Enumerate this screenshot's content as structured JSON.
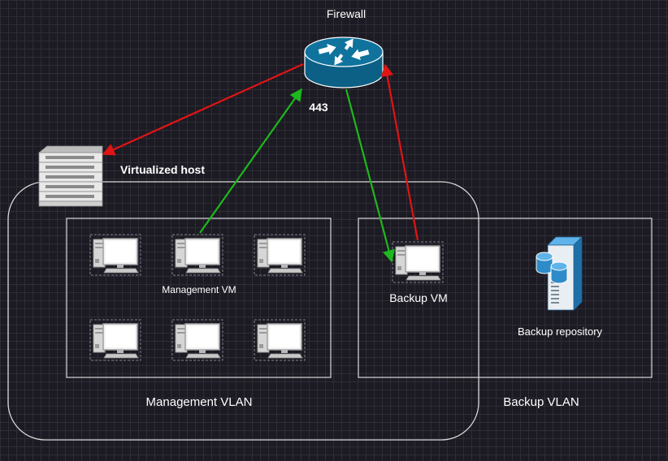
{
  "labels": {
    "firewall": "Firewall",
    "port": "443",
    "virtualized_host": "Virtualized host",
    "management_vm": "Management VM",
    "backup_vm": "Backup VM",
    "backup_repository": "Backup repository",
    "management_vlan": "Management VLAN",
    "backup_vlan": "Backup VLAN"
  },
  "colors": {
    "background": "#1c1a22",
    "grid": "#2e2c35",
    "container_border": "#d9d9d9",
    "allowed_flow": "#1db81d",
    "blocked_flow": "#e01414",
    "firewall_body": "#10739e",
    "storage_blue": "#2e8bc9"
  },
  "flows": [
    {
      "from": "Management VM",
      "to": "Firewall",
      "color": "green",
      "label": "443"
    },
    {
      "from": "Firewall",
      "to": "Backup VM",
      "color": "green"
    },
    {
      "from": "Backup VM",
      "to": "Firewall",
      "color": "red"
    },
    {
      "from": "Firewall",
      "to": "Virtualized host",
      "color": "red"
    }
  ]
}
